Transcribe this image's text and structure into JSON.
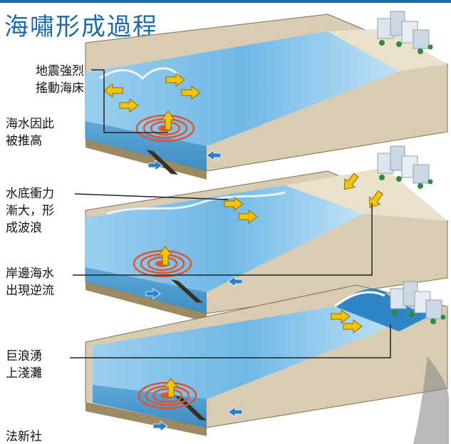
{
  "title": "海嘯形成過程",
  "steps": [
    {
      "label_line1": "地震強烈",
      "label_line2": "搖動海床"
    },
    {
      "label_line1": "海水因此",
      "label_line2": "被推高"
    },
    {
      "label_line1": "水底衝力",
      "label_line2": "漸大，形",
      "label_line3": "成波浪"
    },
    {
      "label_line1": "岸邊海水",
      "label_line2": "出現逆流"
    },
    {
      "label_line1": "巨浪湧",
      "label_line2": "上淺灘"
    }
  ],
  "credit": "法新社",
  "colors": {
    "title": "#1e6aa8",
    "water": "#6fb8e6",
    "water_light": "#bfe2f7",
    "ground": "#d8cdb4",
    "ground_dark": "#9c8a62",
    "arrow_yellow": "#f5c400",
    "arrow_blue": "#2b7fd0",
    "epicenter": "#e2542b"
  }
}
